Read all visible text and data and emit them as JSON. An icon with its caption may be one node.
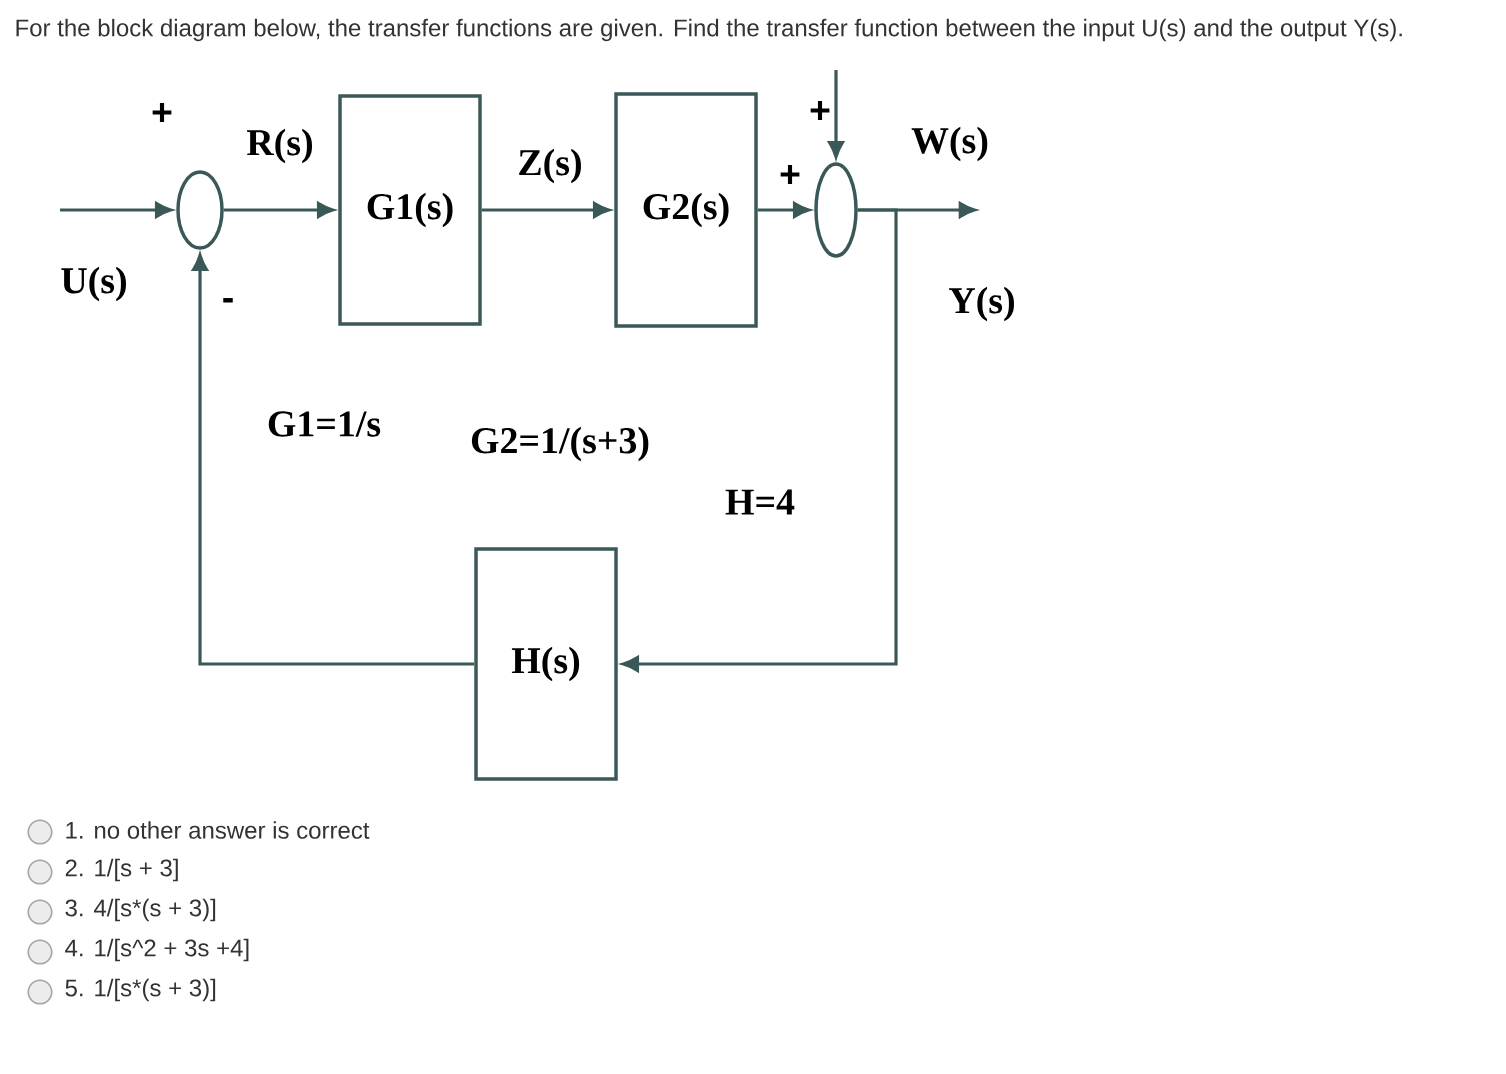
{
  "diagram": {
    "title": "For the block diagram below, the transfer functions are given. Find the transfer function between the input U(s) and the output Y(s).",
    "nodes": [
      {
        "text": [],
        "shape": "circle"
      },
      {
        "text": [
          "G1(s)"
        ]
      },
      {
        "text": [
          "G2(s)"
        ]
      },
      {
        "text": [],
        "shape": "circle"
      },
      {
        "text": [
          "H(s)"
        ]
      }
    ],
    "edges": [
      {
        "from": null,
        "to": 0,
        "arrow": "to",
        "label": "U(s)"
      },
      {
        "from": 0,
        "to": 1,
        "arrow": "to",
        "label": "R(s)"
      },
      {
        "from": 1,
        "to": 2,
        "arrow": "to",
        "label": "Z(s)"
      },
      {
        "from": 2,
        "to": 3,
        "arrow": "to"
      },
      {
        "from": null,
        "to": 3,
        "arrow": "to",
        "label": "W(s)"
      },
      {
        "from": 3,
        "to": null,
        "arrow": "to",
        "label": "Y(s)"
      },
      {
        "from": 3,
        "to": 4,
        "arrow": "to"
      },
      {
        "from": 4,
        "to": 0,
        "arrow": "to"
      }
    ],
    "labels": [
      "+",
      "+",
      "+",
      "-",
      "G1=1/s",
      "G2=1/(s+3)",
      "H=4",
      "1. no other answer is correct",
      "2. 1/[s + 3]",
      "3. 4/[s*(s + 3)]",
      "4. 1/[s^2 + 3s +4]",
      "5. 1/[s*(s + 3)]"
    ]
  }
}
